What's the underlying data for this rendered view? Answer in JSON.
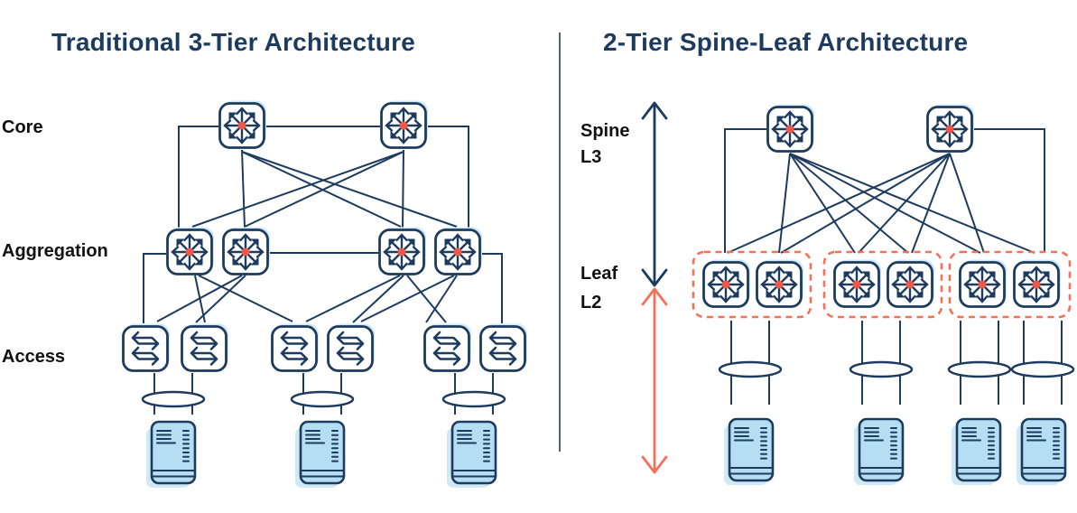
{
  "colors": {
    "navy": "#1d3b5e",
    "salmon": "#f3705b",
    "dot_red": "#ef5848",
    "light_blue": "#b5def2",
    "accent_blue": "#cfe9f7",
    "label_black": "#111111",
    "title_navy": "#1d3b5e",
    "bg": "#ffffff"
  },
  "left_diagram": {
    "title": "Traditional 3-Tier Architecture",
    "layers": [
      {
        "label": "Core",
        "switch_count": 2,
        "icon": "multilayer-switch-icon"
      },
      {
        "label": "Aggregation",
        "switch_count": 4,
        "icon": "multilayer-switch-icon"
      },
      {
        "label": "Access",
        "switch_count": 6,
        "icon": "workgroup-switch-icon"
      }
    ],
    "lan_segment_count": 3,
    "server_count": 3
  },
  "right_diagram": {
    "title": "2-Tier Spine-Leaf Architecture",
    "tiers": [
      {
        "label": "Spine",
        "sub_label": "L3",
        "switch_count": 2,
        "arrow_color": "#1d3b5e"
      },
      {
        "label": "Leaf",
        "sub_label": "L2",
        "switch_count": 6,
        "group_count": 3,
        "arrow_color": "#f3705b"
      }
    ],
    "lan_segment_count": 4,
    "server_count": 4
  },
  "icons": {
    "router": "multilayer-switch-icon",
    "switch": "workgroup-switch-icon",
    "server": "server-icon",
    "lan": "lan-segment-ellipse"
  }
}
